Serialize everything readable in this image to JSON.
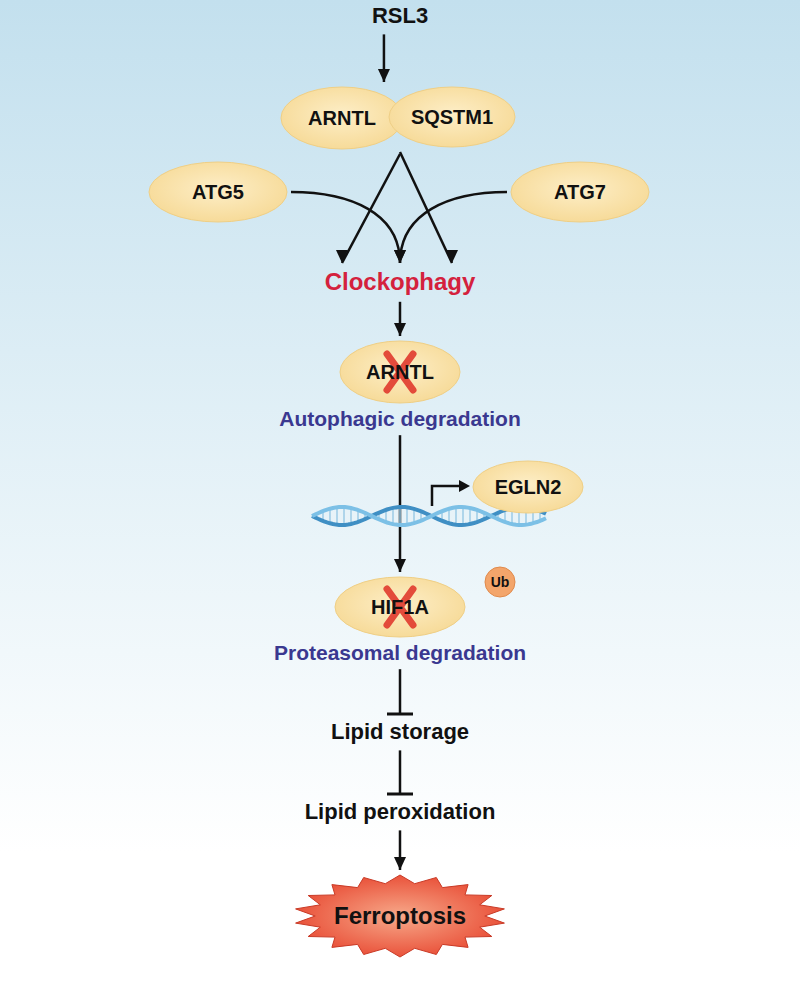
{
  "diagram": {
    "nodes": [
      {
        "text": [
          "RSL3"
        ]
      },
      {
        "text": [
          "ARNTL"
        ]
      },
      {
        "text": [
          "SQSTM1"
        ]
      },
      {
        "text": [
          "ATG5"
        ]
      },
      {
        "text": [
          "ATG7"
        ]
      },
      {
        "text": [
          "Clockophagy"
        ]
      },
      {
        "text": [
          "ARNTL",
          "Autophagic degradation"
        ]
      },
      {
        "text": [
          "EGLN2"
        ]
      },
      {
        "text": [
          "HIF1A",
          "Proteasomal degradation"
        ]
      },
      {
        "text": [
          "Ub"
        ]
      },
      {
        "text": [
          "Lipid storage"
        ]
      },
      {
        "text": [
          "Lipid peroxidation"
        ]
      },
      {
        "text": [
          "Ferroptosis"
        ]
      }
    ],
    "edges": [
      {
        "from": 0,
        "to": 1,
        "arrow": "to"
      },
      {
        "from": 1,
        "to": 5,
        "arrow": "to"
      },
      {
        "from": 2,
        "to": 5,
        "arrow": "to"
      },
      {
        "from": 3,
        "to": 5,
        "arrow": "to"
      },
      {
        "from": 4,
        "to": 5,
        "arrow": "to"
      },
      {
        "from": 5,
        "to": 6,
        "arrow": "to"
      },
      {
        "from": 6,
        "to": 8,
        "arrow": "to"
      },
      {
        "from": 8,
        "to": 10,
        "arrow": "to"
      },
      {
        "from": 10,
        "to": 11,
        "arrow": "to"
      },
      {
        "from": 11,
        "to": 12,
        "arrow": "to"
      }
    ]
  }
}
